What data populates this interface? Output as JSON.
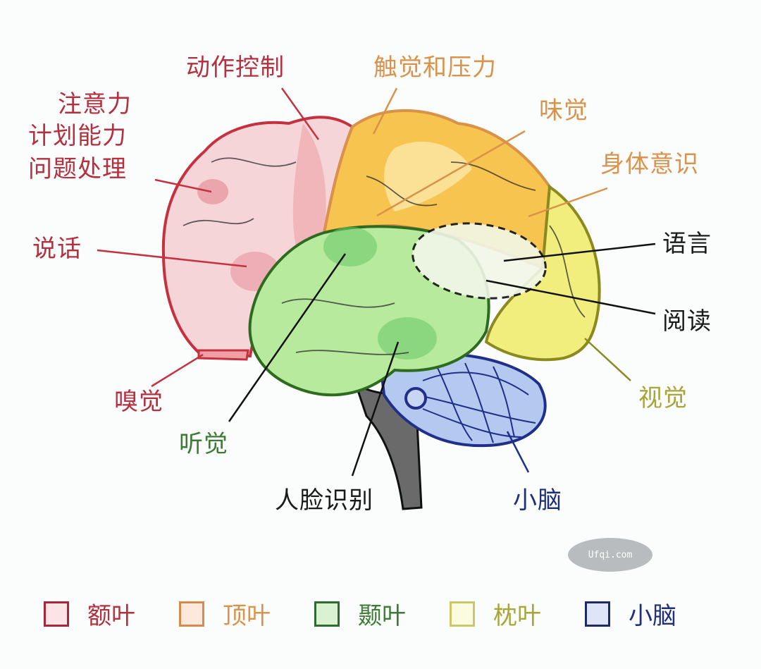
{
  "labels": {
    "motor_control": "动作控制",
    "attention": "注意力",
    "planning": "计划能力",
    "problem_solving": "问题处理",
    "speech": "说话",
    "smell": "嗅觉",
    "touch_pressure": "触觉和压力",
    "taste": "味觉",
    "body_awareness": "身体意识",
    "language": "语言",
    "reading": "阅读",
    "vision": "视觉",
    "hearing": "听觉",
    "face_recognition": "人脸识别",
    "cerebellum": "小脑"
  },
  "legend": [
    {
      "label": "额叶",
      "border": "#a8263a",
      "fill": "#fbe3e6"
    },
    {
      "label": "顶叶",
      "border": "#d88a4a",
      "fill": "#fde9dc"
    },
    {
      "label": "颞叶",
      "border": "#2e6b2e",
      "fill": "#d8f2d2"
    },
    {
      "label": "枕叶",
      "border": "#c9c86a",
      "fill": "#fbfbe0"
    },
    {
      "label": "小脑",
      "border": "#1f2a6b",
      "fill": "#dfe5f6"
    }
  ],
  "colors": {
    "frontal": "#f7d4d6",
    "parietal": "#f6c44f",
    "temporal": "#b8ea9e",
    "occipital": "#f1ee7e",
    "cerebellum": "#b3c9ef",
    "brainstem": "#6b6b6b"
  },
  "watermark": "Ufqi.com"
}
